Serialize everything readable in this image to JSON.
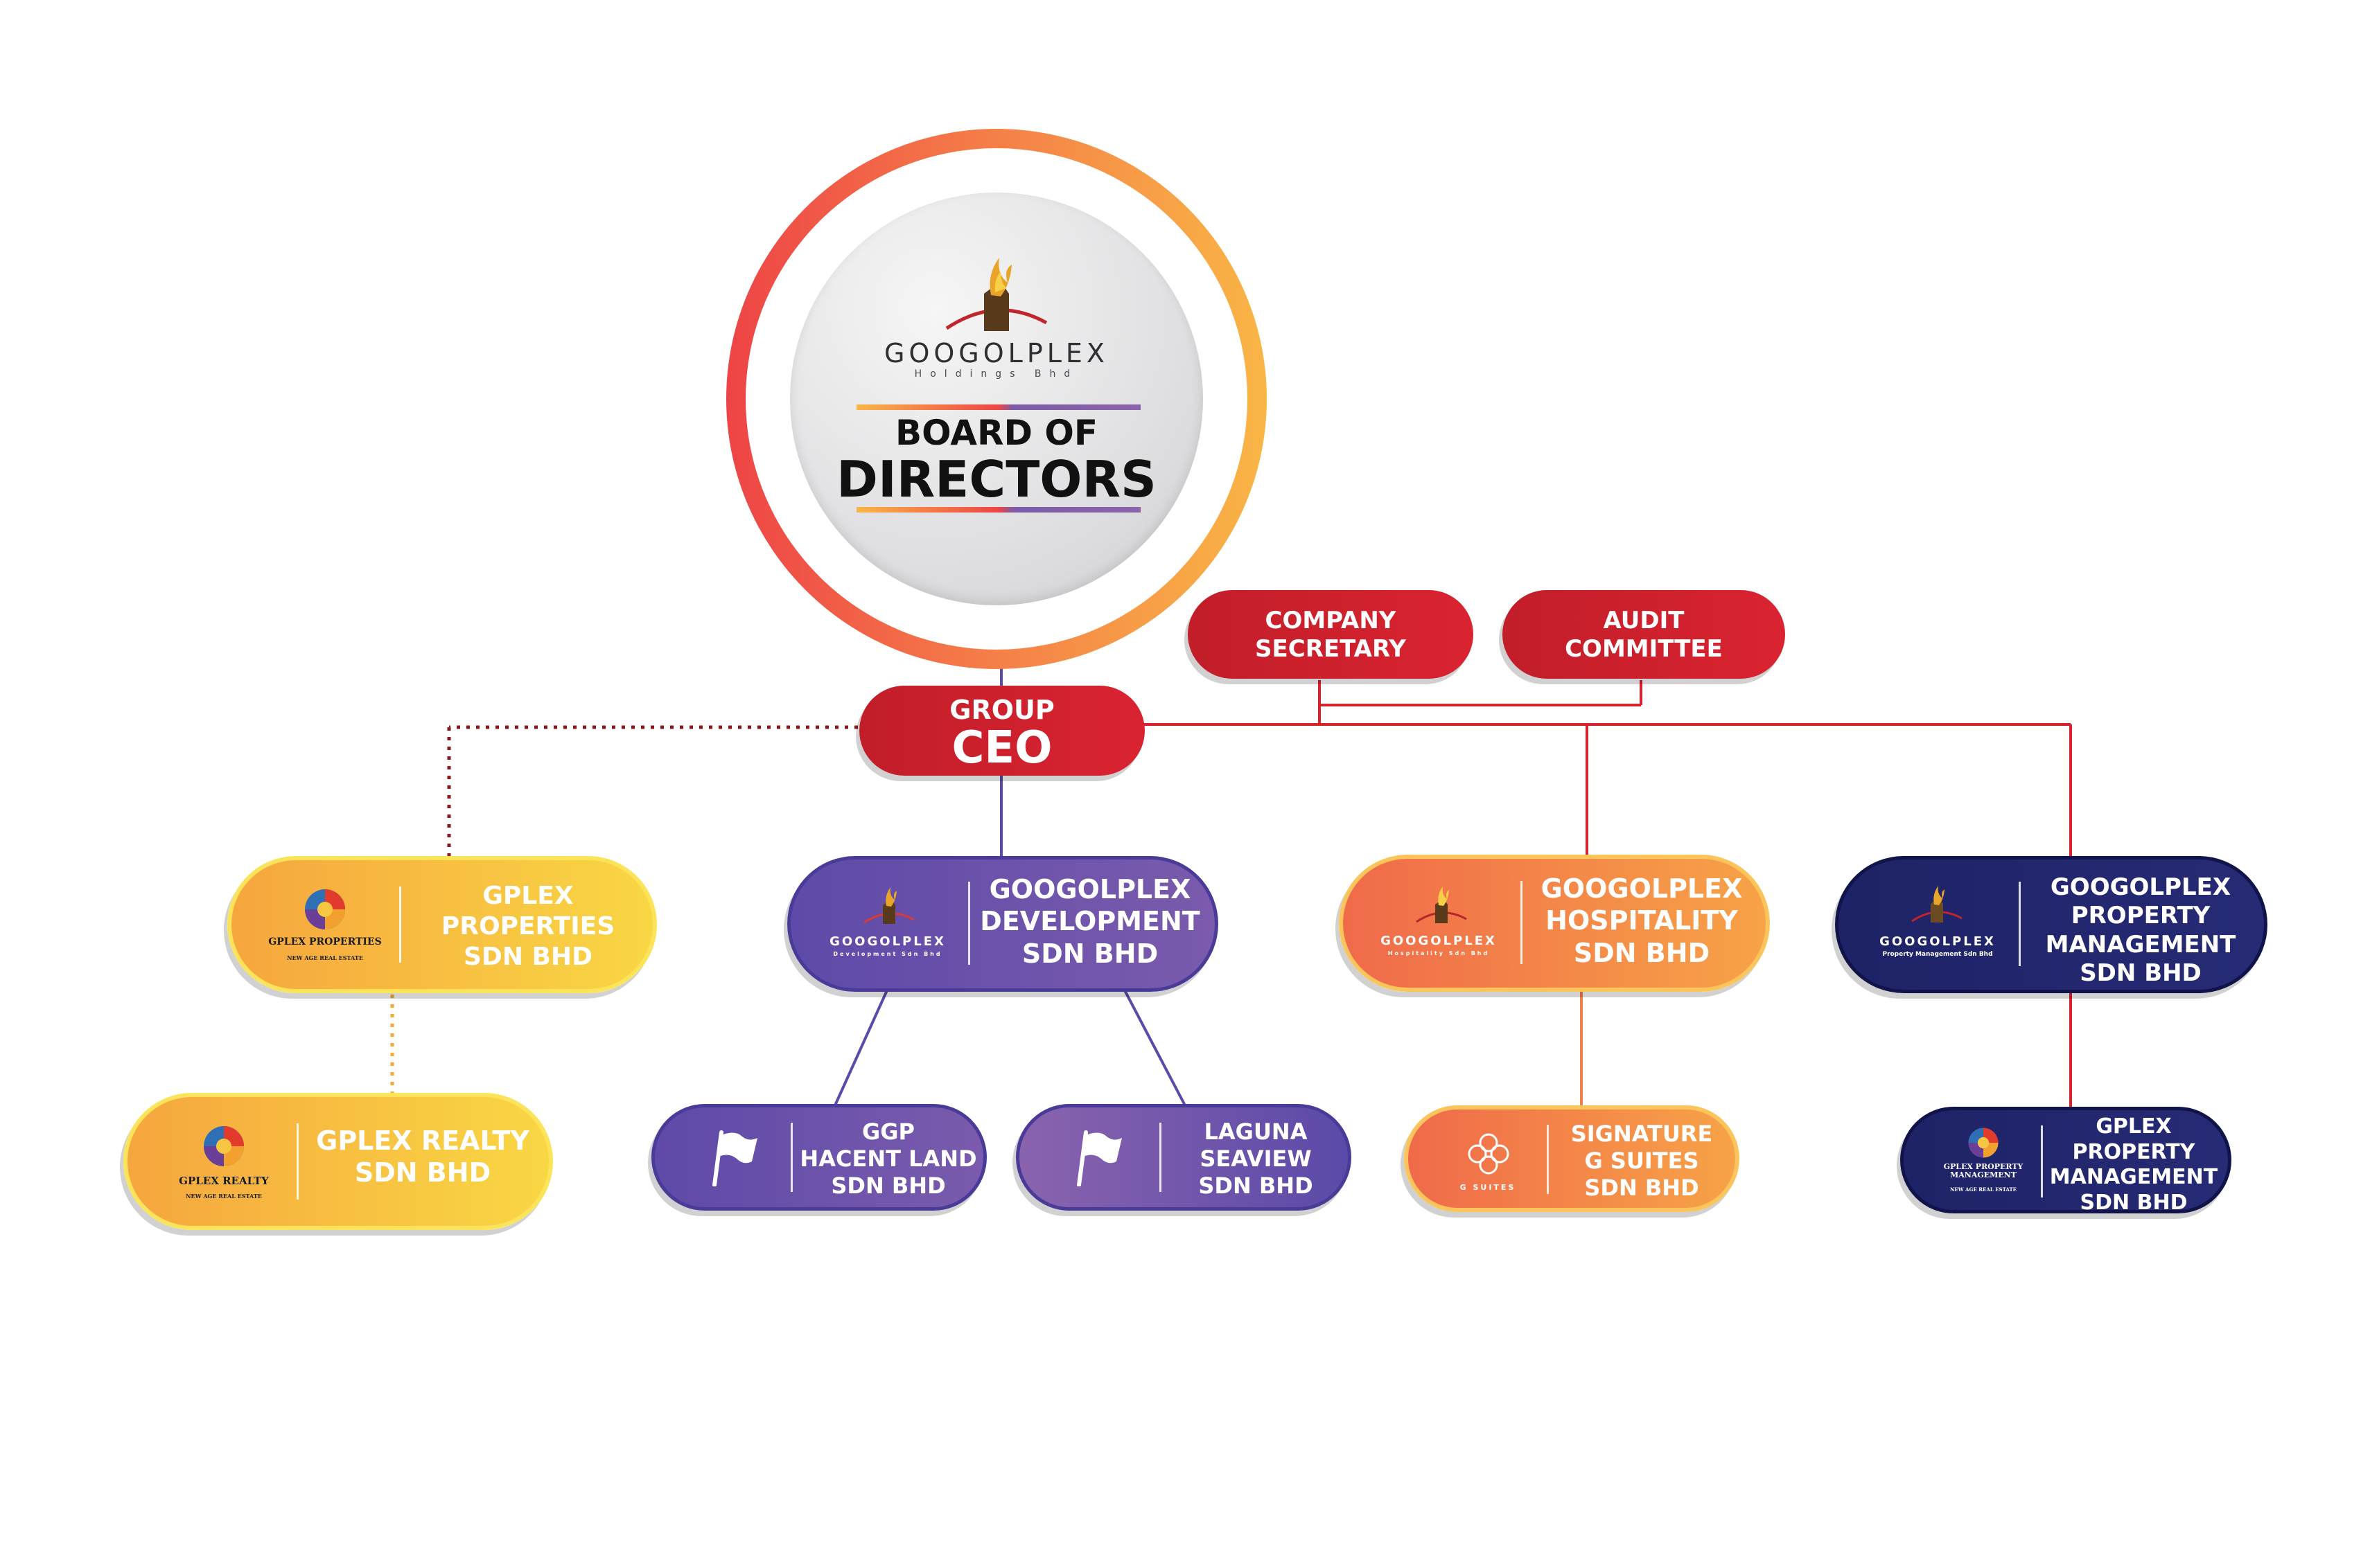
{
  "board": {
    "brand": "GOOGOLPLEX",
    "sub": "Holdings Bhd",
    "title_line1": "BOARD OF",
    "title_line2": "DIRECTORS"
  },
  "committees": {
    "secretary": [
      "COMPANY",
      "SECRETARY"
    ],
    "audit": [
      "AUDIT",
      "COMMITTEE"
    ]
  },
  "ceo": {
    "line1": "GROUP",
    "line2": "CEO"
  },
  "subsidiaries": {
    "gplex_properties": {
      "label": [
        "GPLEX",
        "PROPERTIES",
        "SDN BHD"
      ],
      "logo_name": "GPLEX PROPERTIES",
      "logo_tag": "NEW AGE REAL ESTATE"
    },
    "gplex_realty": {
      "label": [
        "GPLEX REALTY",
        "SDN BHD"
      ],
      "logo_name": "GPLEX REALTY",
      "logo_tag": "NEW AGE REAL ESTATE"
    },
    "development": {
      "label": [
        "GOOGOLPLEX",
        "DEVELOPMENT",
        "SDN BHD"
      ],
      "logo_name": "GOOGOLPLEX",
      "logo_tag": "Development Sdn Bhd"
    },
    "ggp_hacent": {
      "label": [
        "GGP",
        "HACENT LAND",
        "SDN BHD"
      ]
    },
    "laguna": {
      "label": [
        "LAGUNA",
        "SEAVIEW",
        "SDN BHD"
      ]
    },
    "hospitality": {
      "label": [
        "GOOGOLPLEX",
        "HOSPITALITY",
        "SDN BHD"
      ],
      "logo_name": "GOOGOLPLEX",
      "logo_tag": "Hospitality Sdn Bhd"
    },
    "signature": {
      "label": [
        "SIGNATURE",
        "G SUITES",
        "SDN BHD"
      ],
      "logo_name": "G SUITES"
    },
    "property_mgmt": {
      "label": [
        "GOOGOLPLEX",
        "PROPERTY",
        "MANAGEMENT",
        "SDN BHD"
      ],
      "logo_name": "GOOGOLPLEX",
      "logo_tag": "Property Management Sdn Bhd"
    },
    "gplex_property_mgmt": {
      "label": [
        "GPLEX",
        "PROPERTY",
        "MANAGEMENT",
        "SDN BHD"
      ],
      "logo_name": "GPLEX PROPERTY MANAGEMENT",
      "logo_tag": "NEW AGE REAL ESTATE"
    }
  },
  "icons": {
    "board_logo": "googolplex-flame-logo-icon",
    "flag": "flag-icon",
    "gsuites": "g-suites-knot-icon",
    "gplex": "gplex-swirl-logo-icon"
  },
  "colors": {
    "red": "#c8202c",
    "yellow": "#f8c844",
    "purple": "#6150a8",
    "orange": "#f37f48",
    "navy": "#1f2368"
  }
}
